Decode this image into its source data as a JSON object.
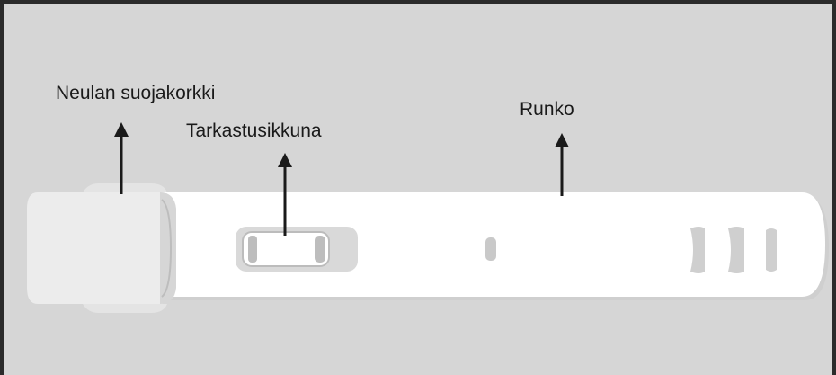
{
  "labels": {
    "needle_cap": "Neulan suojakorkki",
    "inspection_window": "Tarkastusikkuna",
    "body": "Runko"
  },
  "colors": {
    "background": "#d6d6d6",
    "frame": "#2b2b2b",
    "pen_body": "#ffffff",
    "pen_shadow": "#cdcdcd",
    "cap": "#ededed",
    "arrow": "#1a1a1a"
  }
}
